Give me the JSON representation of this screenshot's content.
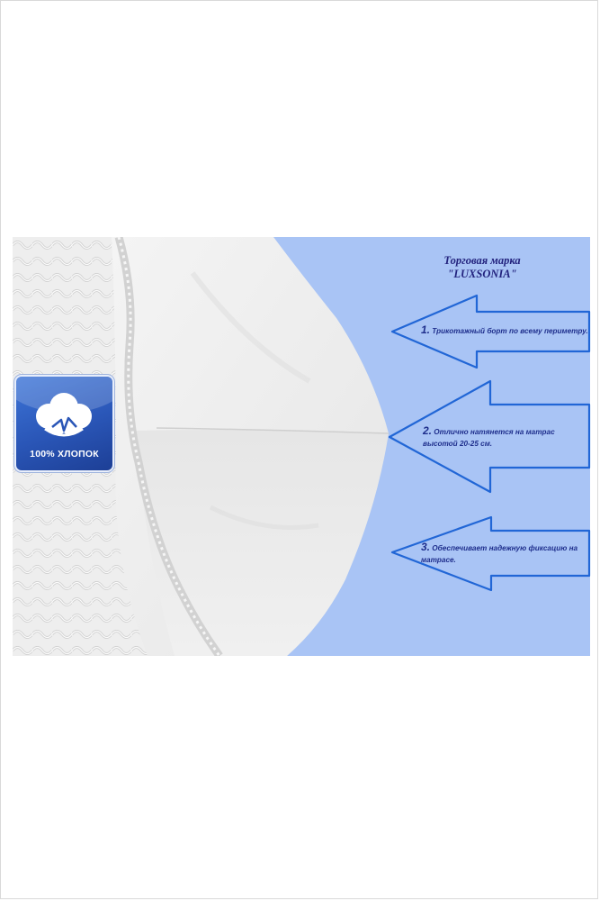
{
  "brand": {
    "line1": "Торговая марка",
    "line2": "\"LUXSONIA\""
  },
  "features": [
    {
      "number": "1.",
      "text": "Трикотажный борт по всему периметру."
    },
    {
      "number": "2.",
      "text": "Отлично натянется на матрас высотой 20-25 см."
    },
    {
      "number": "3.",
      "text": "Обеспечивает надежную фиксацию на матрасе."
    }
  ],
  "badge": {
    "text": "100% ХЛОПОК",
    "icon": "cotton-icon"
  },
  "colors": {
    "background_blue": "#a9c4f5",
    "arrow_outline": "#2166d6",
    "text_dark_blue": "#1e2e8c",
    "badge_blue": "#2a56b7"
  }
}
